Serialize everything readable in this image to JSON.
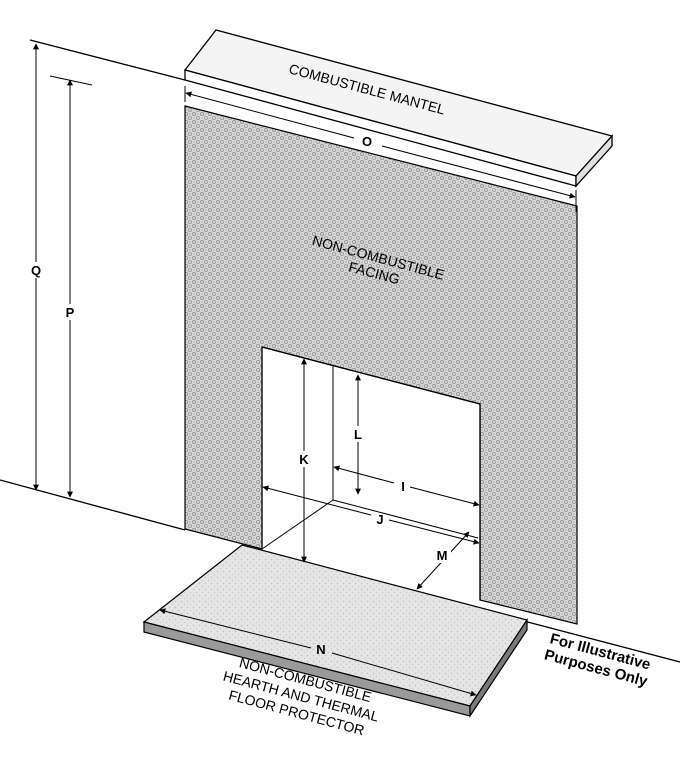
{
  "labels": {
    "mantel": "COMBUSTIBLE MANTEL",
    "facing_line1": "NON-COMBUSTIBLE",
    "facing_line2": "FACING",
    "hearth_line1": "NON-COMBUSTIBLE",
    "hearth_line2": "HEARTH AND THERMAL",
    "hearth_line3": "FLOOR PROTECTOR",
    "note_line1": "For Illustrative",
    "note_line2": "Purposes Only"
  },
  "dimensions": {
    "O": "O",
    "Q": "Q",
    "P": "P",
    "K": "K",
    "L": "L",
    "I": "I",
    "J": "J",
    "M": "M",
    "N": "N"
  },
  "colors": {
    "facing_fill": "#d4d4d4",
    "hearth_fill": "#e2e2e2",
    "line": "#000000"
  }
}
